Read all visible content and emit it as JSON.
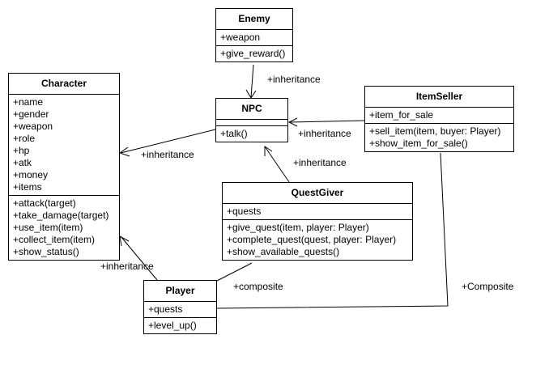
{
  "classes": {
    "enemy": {
      "name": "Enemy",
      "attributes": [
        "+weapon"
      ],
      "methods": [
        "+give_reward()"
      ]
    },
    "character": {
      "name": "Character",
      "attributes": [
        "+name",
        "+gender",
        "+weapon",
        "+role",
        "+hp",
        "+atk",
        "+money",
        "+items"
      ],
      "methods": [
        "+attack(target)",
        "+take_damage(target)",
        "+use_item(item)",
        "+collect_item(item)",
        "+show_status()"
      ]
    },
    "npc": {
      "name": "NPC",
      "attributes": [],
      "methods": [
        "+talk()"
      ]
    },
    "itemseller": {
      "name": "ItemSeller",
      "attributes": [
        "+item_for_sale"
      ],
      "methods": [
        "+sell_item(item, buyer: Player)",
        "+show_item_for_sale()"
      ]
    },
    "questgiver": {
      "name": "QuestGiver",
      "attributes": [
        "+quests"
      ],
      "methods": [
        "+give_quest(item, player: Player)",
        "+complete_quest(quest, player: Player)",
        "+show_available_quests()"
      ]
    },
    "player": {
      "name": "Player",
      "attributes": [
        "+quests"
      ],
      "methods": [
        "+level_up()"
      ]
    }
  },
  "relations": {
    "enemy_npc": "+inheritance",
    "npc_character": "+inheritance",
    "itemseller_npc": "+inheritance",
    "questgiver_npc": "+inheritance",
    "player_character": "+inheritance",
    "questgiver_player": "+composite",
    "itemseller_player": "+Composite"
  }
}
